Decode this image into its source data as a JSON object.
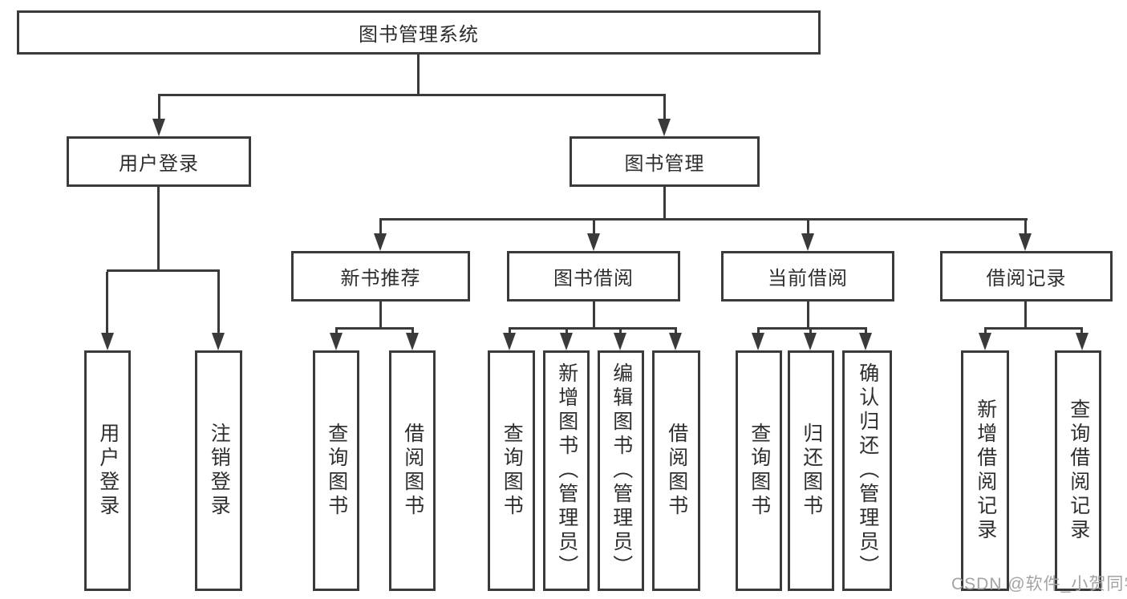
{
  "meta": {
    "watermark": "CSDN @软件_小贺同学"
  },
  "colors": {
    "line": "#3a3a3a",
    "text": "#2e2e2e",
    "background": "#ffffff",
    "watermark": "#a3a3a3"
  },
  "tree": {
    "root": "图书管理系统",
    "branches": [
      {
        "label": "用户登录",
        "leaves": [
          "用户登录",
          "注销登录"
        ]
      },
      {
        "label": "图书管理",
        "groups": [
          {
            "label": "新书推荐",
            "leaves": [
              "查询图书",
              "借阅图书"
            ]
          },
          {
            "label": "图书借阅",
            "leaves": [
              "查询图书",
              "新增图书（管理员）",
              "编辑图书（管理员）",
              "借阅图书"
            ]
          },
          {
            "label": "当前借阅",
            "leaves": [
              "查询图书",
              "归还图书",
              "确认归还（管理员）"
            ]
          },
          {
            "label": "借阅记录",
            "leaves": [
              "新增借阅记录",
              "查询借阅记录"
            ]
          }
        ]
      }
    ]
  }
}
